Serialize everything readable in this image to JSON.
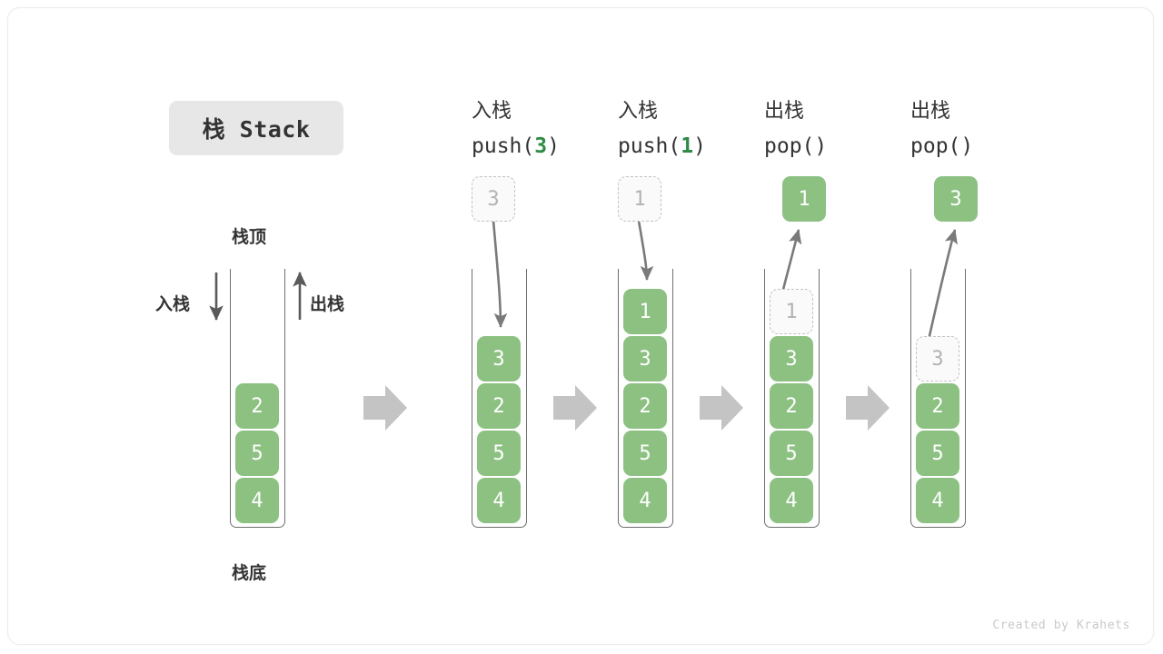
{
  "figure": {
    "title": "栈 Stack",
    "credit": "Created by Krahets"
  },
  "legend": {
    "top_label": "栈顶",
    "bottom_label": "栈底",
    "push_label": "入栈",
    "pop_label": "出栈"
  },
  "initial_stack": {
    "cells": [
      "2",
      "5",
      "4"
    ]
  },
  "steps": [
    {
      "op_cjk": "入栈",
      "op_call_prefix": "push(",
      "op_call_arg": "3",
      "op_call_suffix": ")",
      "floating_value": "3",
      "floating_style": "ghost",
      "arrow_direction": "down",
      "stack_cells": [
        {
          "value": "3",
          "style": "solid"
        },
        {
          "value": "2",
          "style": "solid"
        },
        {
          "value": "5",
          "style": "solid"
        },
        {
          "value": "4",
          "style": "solid"
        }
      ]
    },
    {
      "op_cjk": "入栈",
      "op_call_prefix": "push(",
      "op_call_arg": "1",
      "op_call_suffix": ")",
      "floating_value": "1",
      "floating_style": "ghost",
      "arrow_direction": "down",
      "stack_cells": [
        {
          "value": "1",
          "style": "solid"
        },
        {
          "value": "3",
          "style": "solid"
        },
        {
          "value": "2",
          "style": "solid"
        },
        {
          "value": "5",
          "style": "solid"
        },
        {
          "value": "4",
          "style": "solid"
        }
      ]
    },
    {
      "op_cjk": "出栈",
      "op_call_prefix": "pop(",
      "op_call_arg": "",
      "op_call_suffix": ")",
      "floating_value": "1",
      "floating_style": "solid",
      "arrow_direction": "up",
      "stack_cells": [
        {
          "value": "1",
          "style": "ghost"
        },
        {
          "value": "3",
          "style": "solid"
        },
        {
          "value": "2",
          "style": "solid"
        },
        {
          "value": "5",
          "style": "solid"
        },
        {
          "value": "4",
          "style": "solid"
        }
      ]
    },
    {
      "op_cjk": "出栈",
      "op_call_prefix": "pop(",
      "op_call_arg": "",
      "op_call_suffix": ")",
      "floating_value": "3",
      "floating_style": "solid",
      "arrow_direction": "up",
      "stack_cells": [
        {
          "value": "3",
          "style": "ghost"
        },
        {
          "value": "2",
          "style": "solid"
        },
        {
          "value": "5",
          "style": "solid"
        },
        {
          "value": "4",
          "style": "solid"
        }
      ]
    }
  ],
  "separators": [
    "step-arrow",
    "step-arrow",
    "step-arrow",
    "step-arrow"
  ],
  "colors": {
    "cell_green": "#8cc182",
    "ghost_border": "#c3c3c3",
    "ghost_text": "#b3b3b3",
    "arrow_gray": "#7a7a7a",
    "block_arrow_gray": "#c4c4c4",
    "chip_bg": "#e7e7e7",
    "text_dark": "#333333",
    "accent_green_text": "#2e8b45"
  }
}
